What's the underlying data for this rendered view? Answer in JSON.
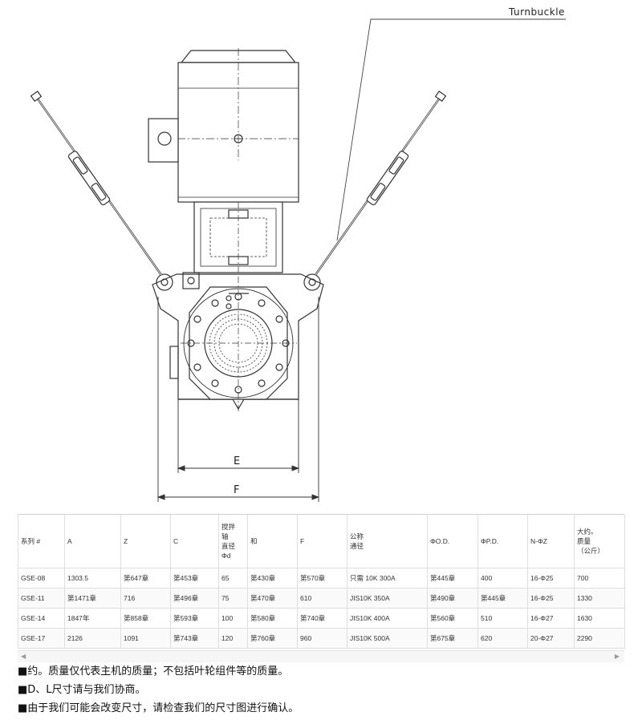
{
  "drawing": {
    "callout": "Turnbuckle",
    "dim_e": "E",
    "dim_f": "F"
  },
  "table": {
    "headers": [
      {
        "lines": [
          "系列 #"
        ]
      },
      {
        "lines": [
          "A"
        ]
      },
      {
        "lines": [
          "Z"
        ]
      },
      {
        "lines": [
          "C"
        ]
      },
      {
        "lines": [
          "搅拌",
          "轴",
          "直径",
          "Φd"
        ]
      },
      {
        "lines": [
          "和"
        ]
      },
      {
        "lines": [
          "F"
        ]
      },
      {
        "lines": [
          "公称",
          "通径"
        ]
      },
      {
        "lines": [
          "ΦO.D."
        ]
      },
      {
        "lines": [
          "ΦP.D."
        ]
      },
      {
        "lines": [
          "N-ΦZ"
        ]
      },
      {
        "lines": [
          "大约。",
          "质量",
          "（公斤）"
        ]
      }
    ],
    "rows": [
      [
        "GSE-08",
        "1303.5",
        "第647章",
        "第453章",
        "65",
        "第430章",
        "第570章",
        "只需 10K 300A",
        "第445章",
        "400",
        "16-Φ25",
        "700"
      ],
      [
        "GSE-11",
        "第1471章",
        "716",
        "第496章",
        "75",
        "第470章",
        "610",
        "JIS10K 350A",
        "第490章",
        "第445章",
        "16-Φ25",
        "1330"
      ],
      [
        "GSE-14",
        "1847年",
        "第858章",
        "第593章",
        "100",
        "第580章",
        "第740章",
        "JIS10K 400A",
        "第560章",
        "510",
        "16-Φ27",
        "1630"
      ],
      [
        "GSE-17",
        "2126",
        "1091",
        "第743章",
        "120",
        "第760章",
        "960",
        "JIS10K 500A",
        "第675章",
        "620",
        "20-Φ27",
        "2290"
      ]
    ]
  },
  "scroll": {
    "left": "◀",
    "right": "▶"
  },
  "notes": [
    "■约。质量仅代表主机的质量；不包括叶轮组件等的质量。",
    "■D、L尺寸请与我们协商。",
    "■由于我们可能会改变尺寸，请检查我们的尺寸图进行确认。"
  ]
}
